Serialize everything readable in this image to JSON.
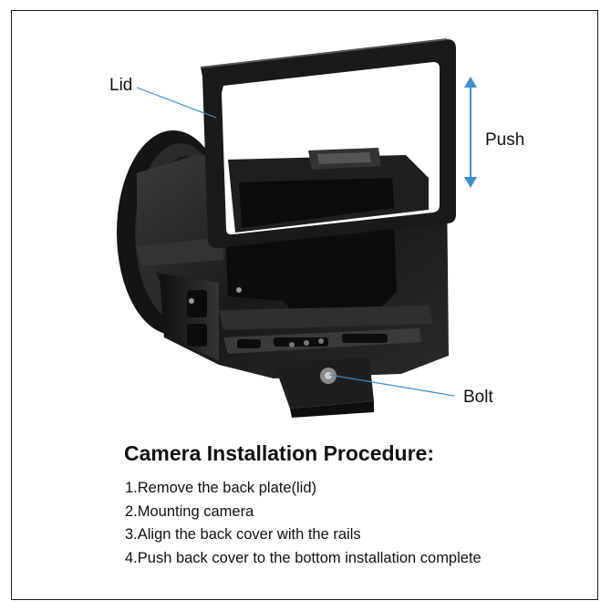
{
  "callouts": {
    "lid": "Lid",
    "push": "Push",
    "bolt": "Bolt"
  },
  "procedure": {
    "title": "Camera Installation Procedure:",
    "steps": [
      "1.Remove the back plate(lid)",
      "2.Mounting camera",
      "3.Align the back cover with the rails",
      "4.Push back cover to the bottom installation complete"
    ]
  },
  "colors": {
    "callout_line": "#3a8fd0",
    "cage_body": "#1c1c1c",
    "cage_highlight": "#4a4a4a",
    "frame_border": "#1a1a1a"
  },
  "icons": [
    "double-arrow-vertical-icon"
  ]
}
